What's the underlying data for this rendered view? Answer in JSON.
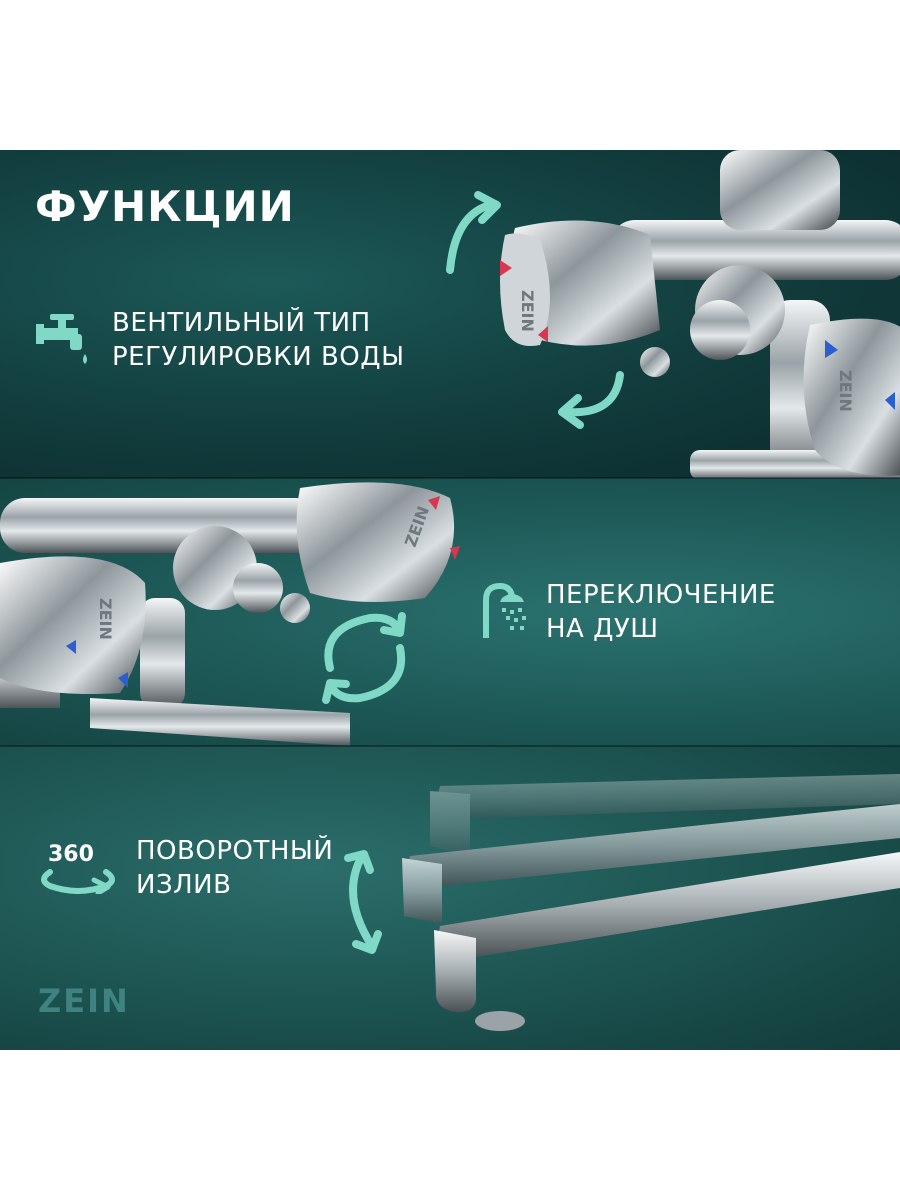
{
  "title": "ФУНКЦИИ",
  "features": [
    {
      "lines": [
        "ВЕНТИЛЬНЫЙ ТИП",
        "РЕГУЛИРОВКИ ВОДЫ"
      ],
      "icon": "faucet-icon"
    },
    {
      "lines": [
        "ПЕРЕКЛЮЧЕНИЕ",
        "НА ДУШ"
      ],
      "icon": "shower-icon"
    },
    {
      "lines": [
        "ПОВОРОТНЫЙ",
        "ИЗЛИВ"
      ],
      "icon": "rotate-360-icon",
      "badge": "360"
    }
  ],
  "logo": "ZEIN",
  "handle_logo": "ZEIN",
  "colors": {
    "accent": "#7fd9c6",
    "text": "#ffffff",
    "hot": "#d9364f",
    "cold": "#2a5fd1"
  }
}
